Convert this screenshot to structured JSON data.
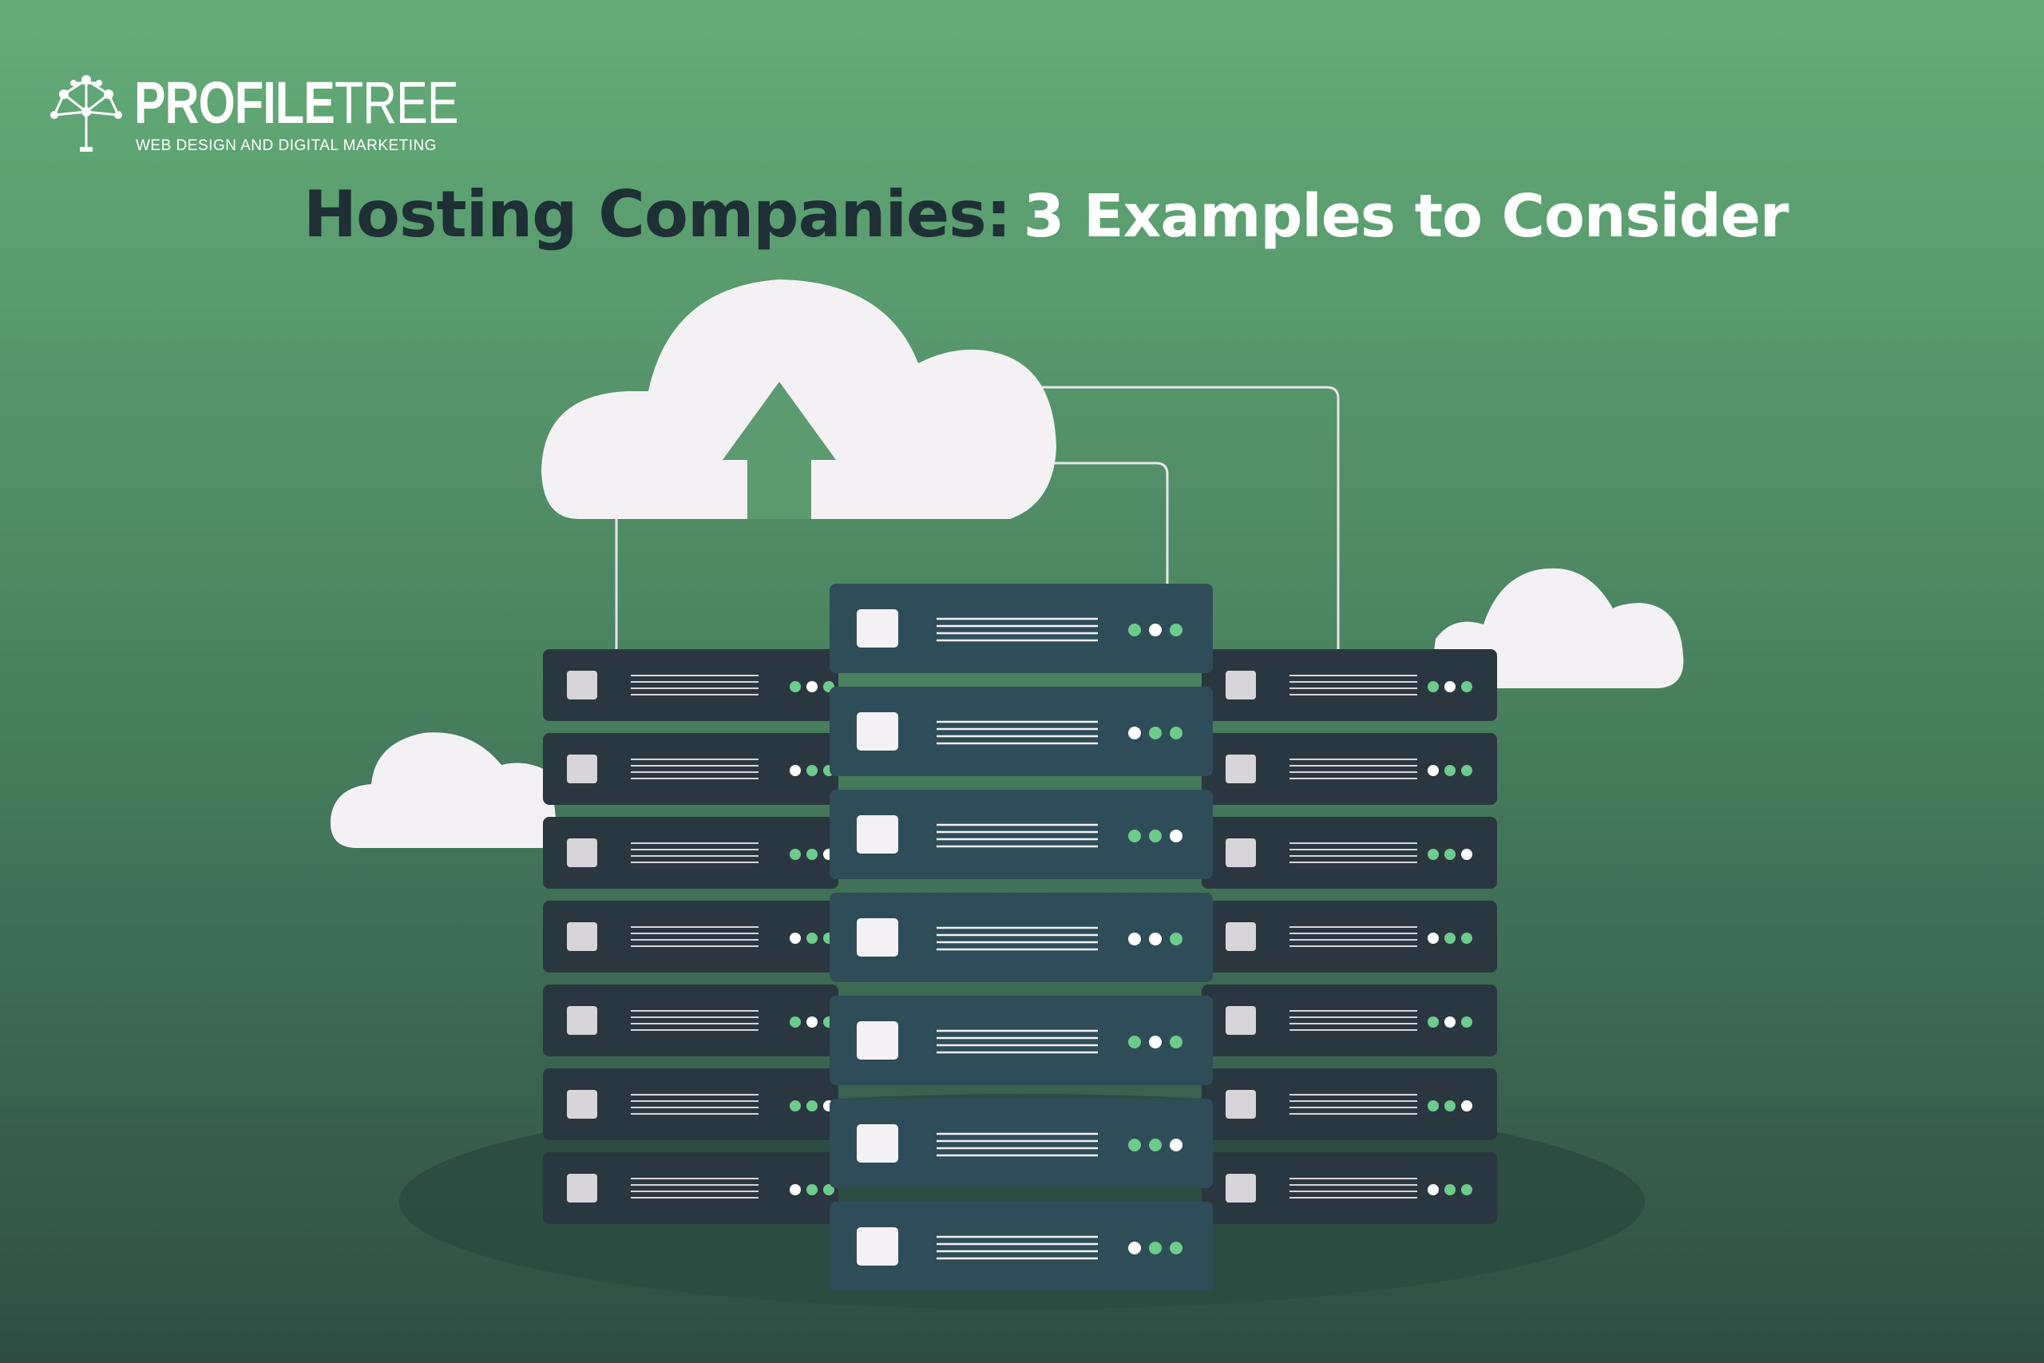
{
  "brand": {
    "name_bold": "PROFILE",
    "name_light": "TREE",
    "tagline": "WEB DESIGN AND DIGITAL MARKETING",
    "icon": "tree-network-icon"
  },
  "headline": {
    "strong": "Hosting Companies:",
    "light": "3 Examples to Consider"
  },
  "illustration": {
    "icons": [
      "cloud-upload-icon",
      "cloud-icon",
      "server-rack-icon"
    ],
    "server_stacks": [
      {
        "name": "left",
        "units": 7
      },
      {
        "name": "center",
        "units": 7
      },
      {
        "name": "right",
        "units": 7
      }
    ]
  },
  "colors": {
    "background_top": "#64ad78",
    "background_bottom": "#2f4d43",
    "headline_dark": "#1e2f36",
    "server_dark": "#2b3740",
    "server_teal": "#2f4d58",
    "cloud": "#f4f1f5",
    "led_green": "#6dcc8c"
  }
}
